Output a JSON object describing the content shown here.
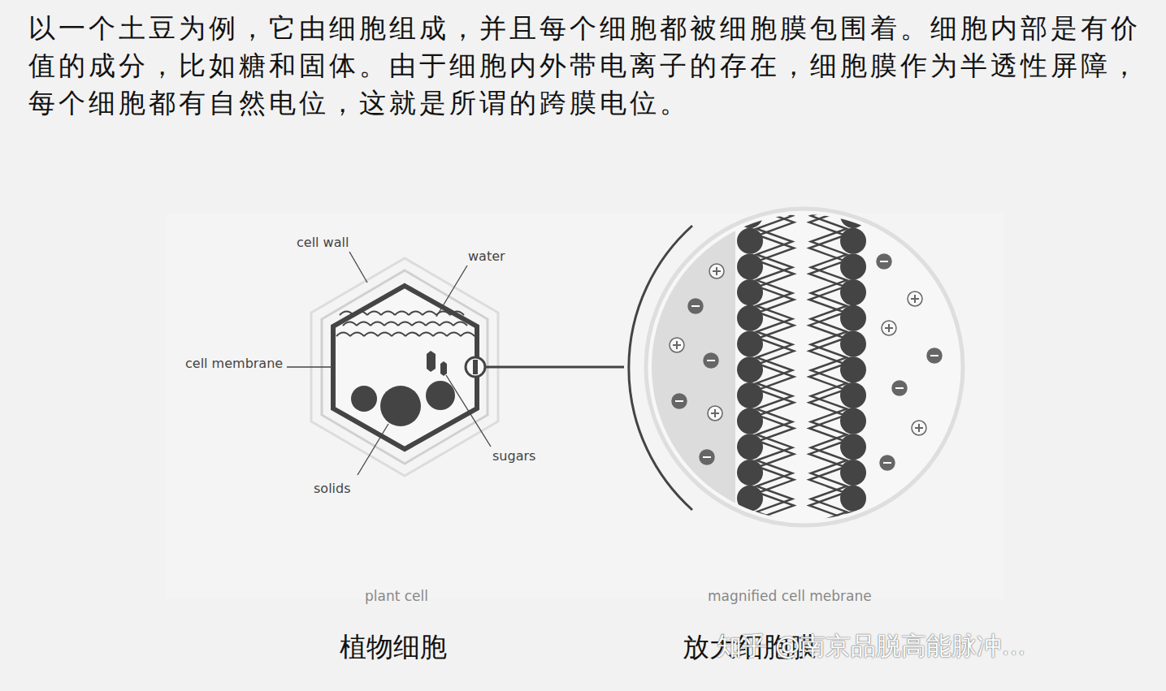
{
  "diagram": {
    "labels": [
      "以一个土豆为例，它由细胞组成，并且每个细胞都被细胞膜包围着。细胞内部是有价值的成分，比如糖和固体。由于细胞内外带电离子的存在，细胞膜作为半透性屏障，每个细胞都有自然电位，这就是所谓的跨膜电位。",
      "cell wall",
      "water",
      "cell membrane",
      "sugars",
      "solids",
      "plant cell",
      "magnified cell mebrane",
      "植物细胞",
      "放大细胞膜",
      "知乎 @南京品脱高能脉冲..."
    ]
  }
}
